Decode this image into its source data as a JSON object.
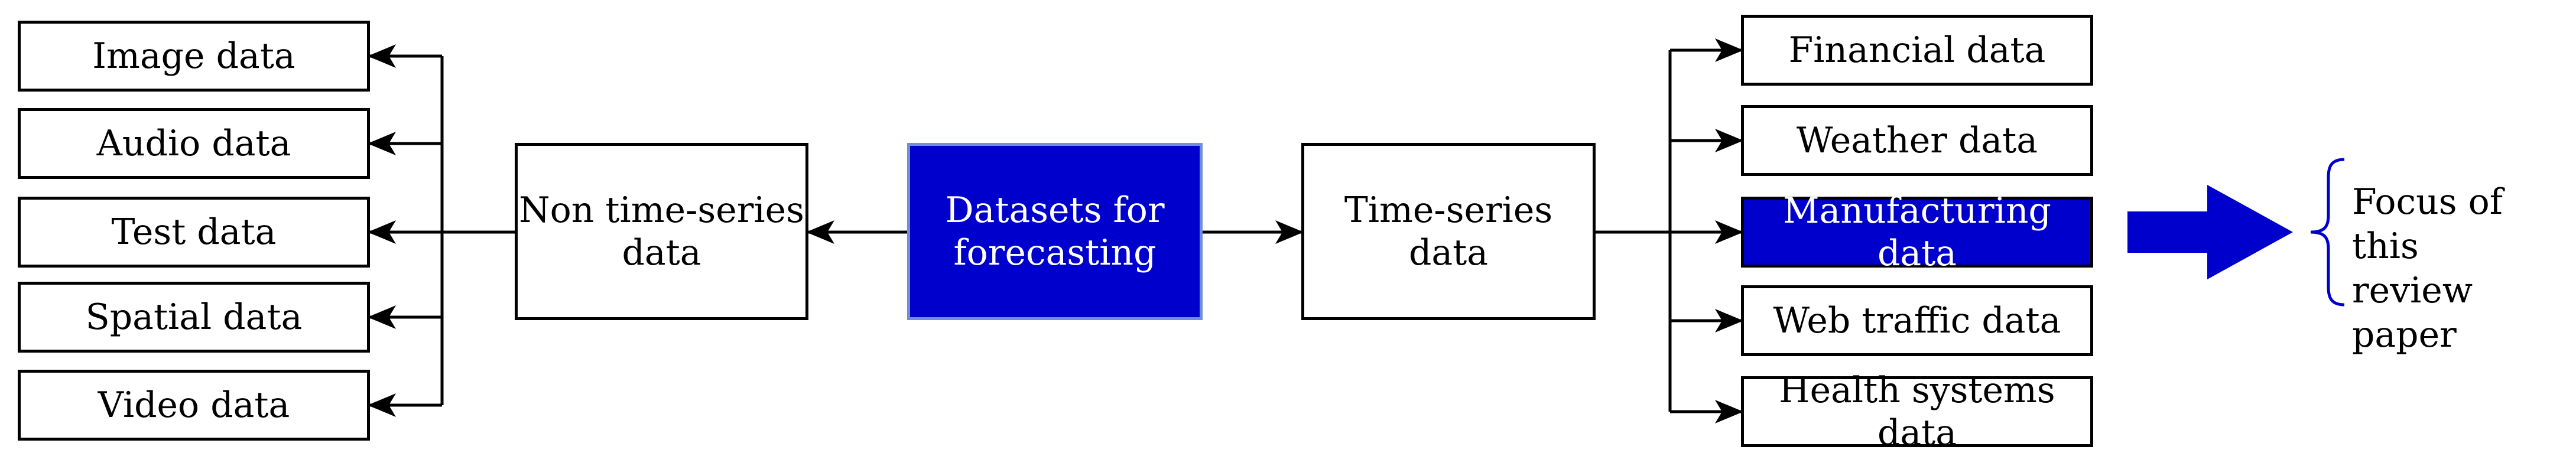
{
  "center": {
    "label": "Datasets for\nforecasting"
  },
  "non_time_series": {
    "label": "Non time-series\ndata",
    "children": [
      "Image data",
      "Audio data",
      "Test data",
      "Spatial data",
      "Video data"
    ]
  },
  "time_series": {
    "label": "Time-series data",
    "children": [
      "Financial data",
      "Weather data",
      "Manufacturing data",
      "Web traffic data",
      "Health systems data"
    ],
    "highlighted": "Manufacturing data"
  },
  "focus": {
    "label": "Focus of this\nreview paper"
  },
  "colors": {
    "highlight": "#0000cc",
    "center_border": "#6f8fd8",
    "line": "#000000",
    "brace": "#0000cc"
  }
}
